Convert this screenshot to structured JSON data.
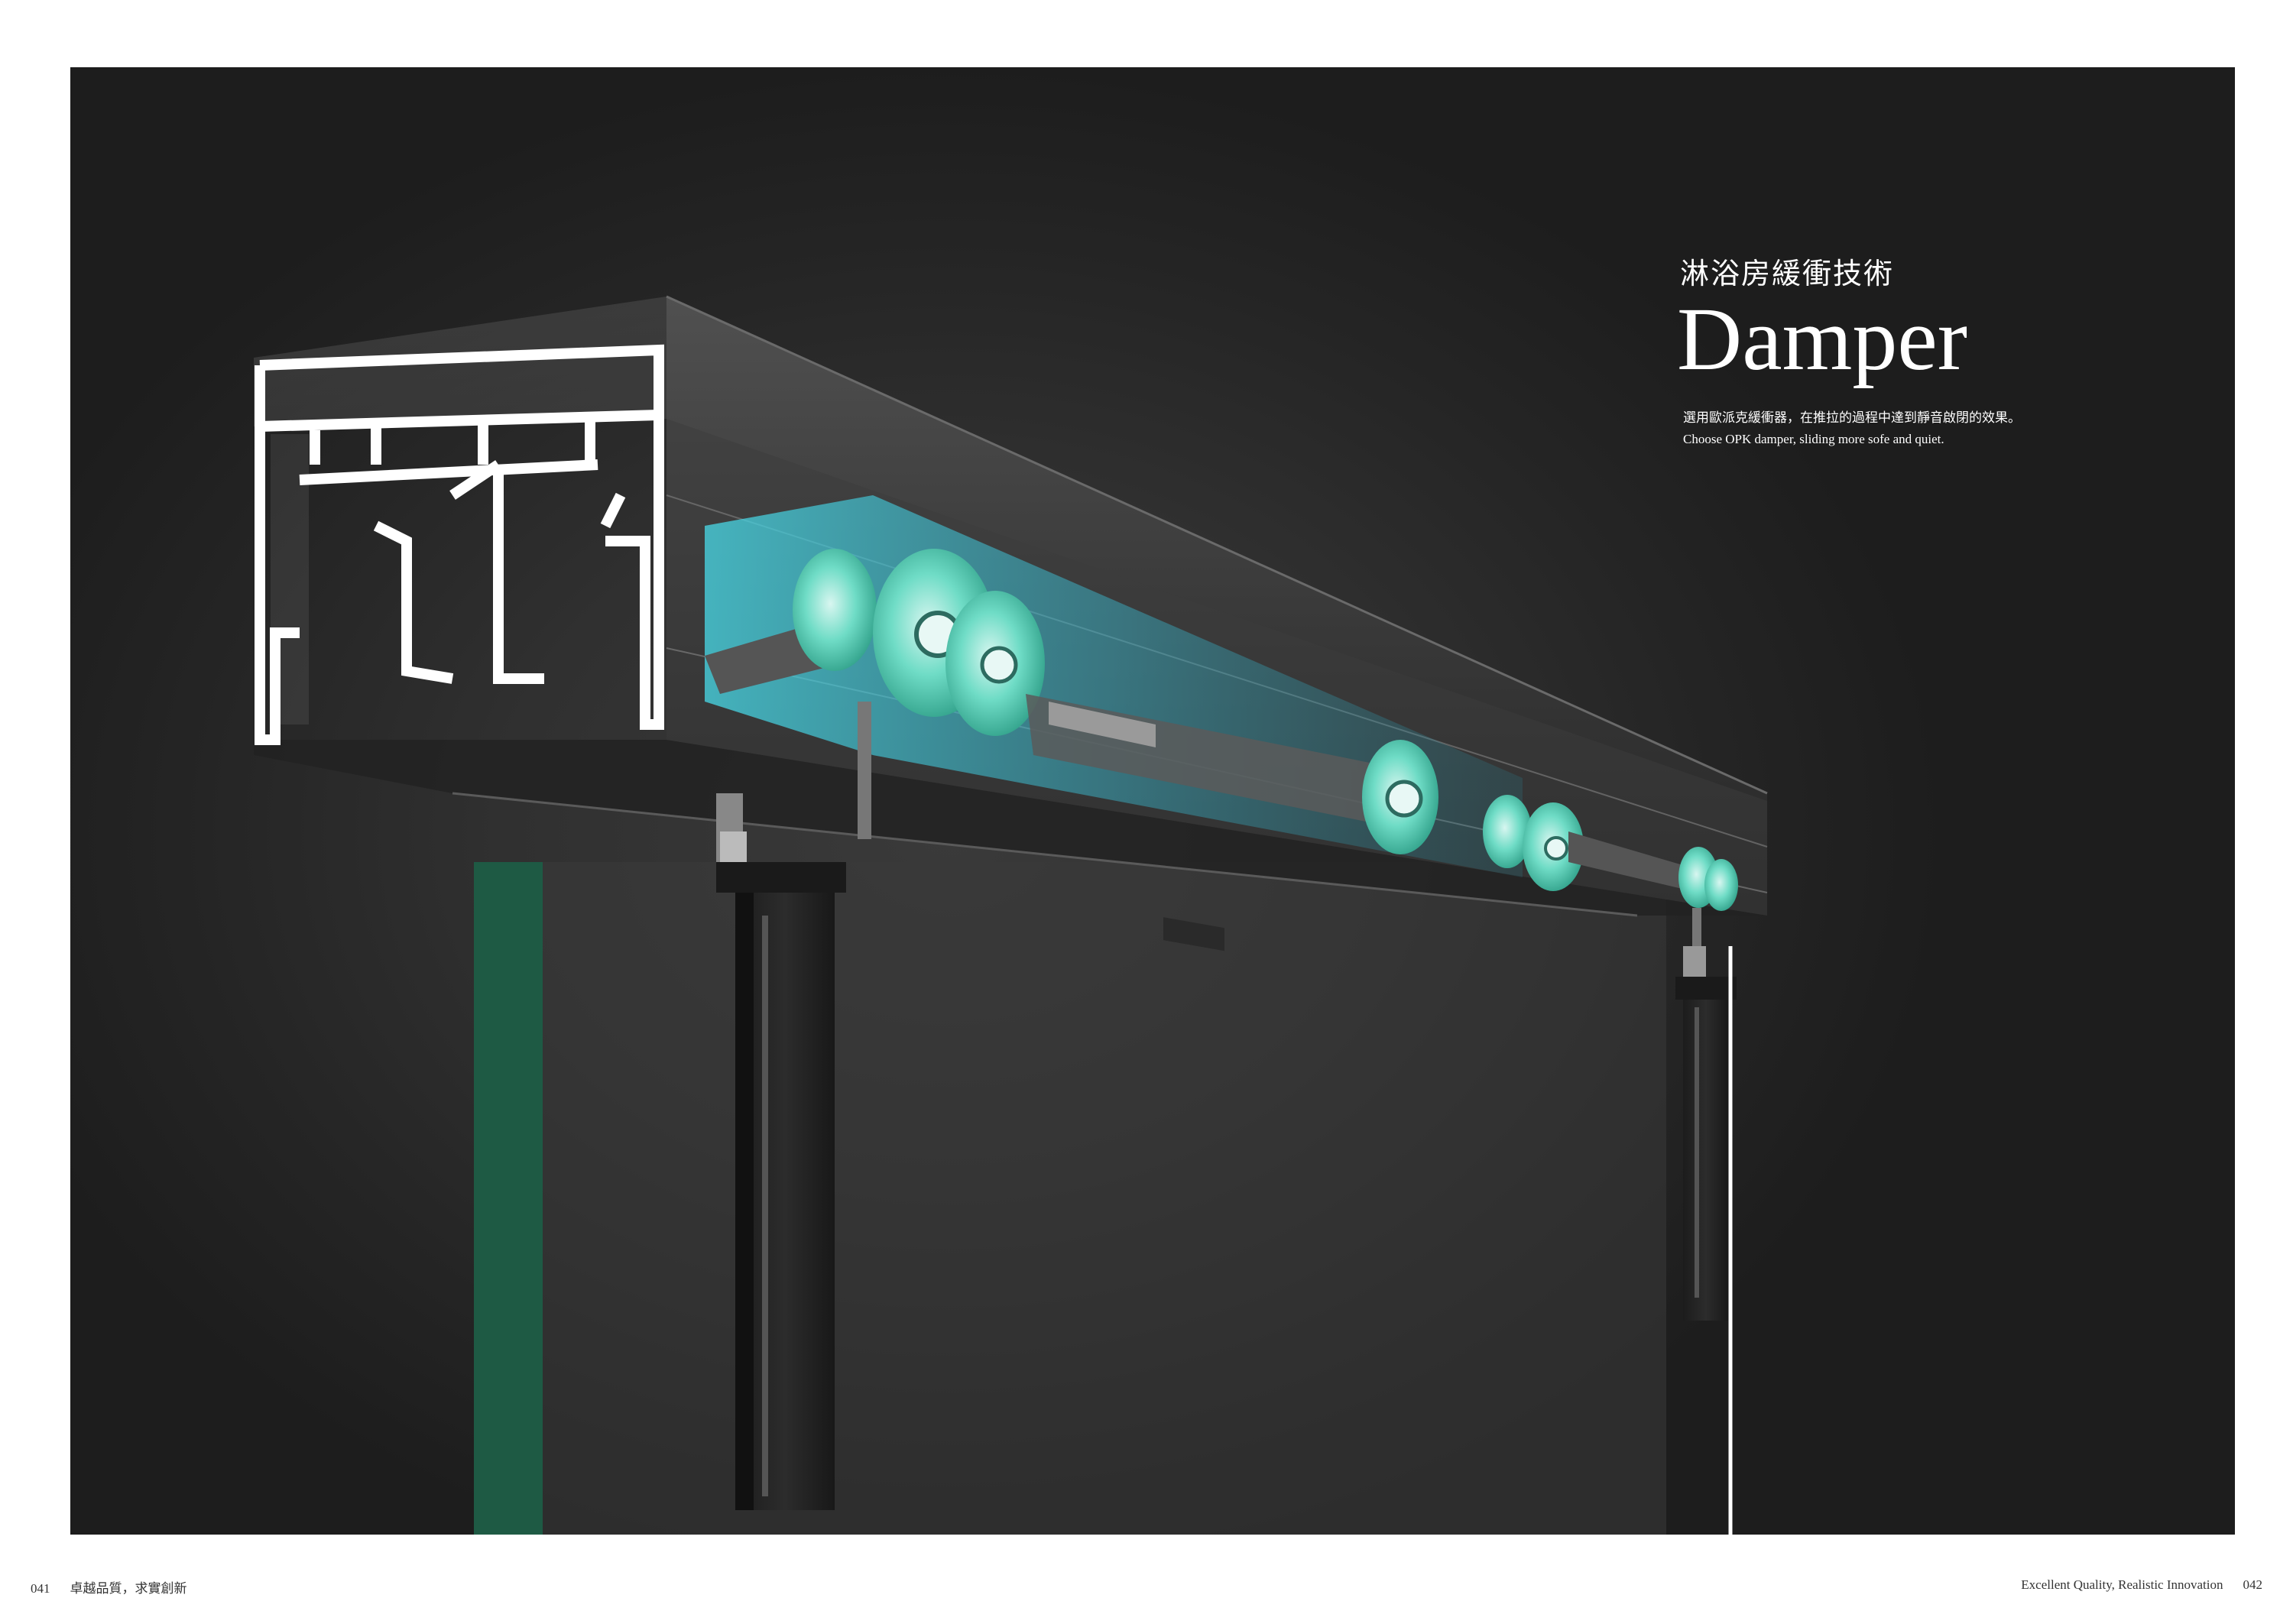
{
  "hero": {
    "subtitle_cn": "淋浴房緩衝技術",
    "title": "Damper",
    "desc_cn": "選用歐派克緩衝器，在推拉的過程中達到靜音啟閉的效果。",
    "desc_en": "Choose OPK damper, sliding more sofe and quiet."
  },
  "footer": {
    "left_page": "041",
    "left_slogan": "卓越品質，求實創新",
    "right_slogan": "Excellent Quality, Realistic Innovation",
    "right_page": "042"
  },
  "colors": {
    "background": "#2f2f2f",
    "rail_glow": "#3ec9d8",
    "roller": "#5fd6c0",
    "glass_edge": "#1e5a44",
    "profile": "#ffffff"
  }
}
